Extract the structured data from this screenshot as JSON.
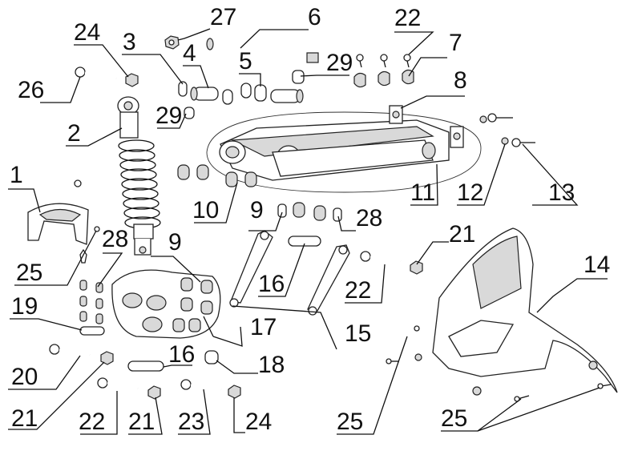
{
  "diagram": {
    "callouts": [
      {
        "id": "c1",
        "text": "1"
      },
      {
        "id": "c2",
        "text": "2"
      },
      {
        "id": "c3",
        "text": "3"
      },
      {
        "id": "c4",
        "text": "4"
      },
      {
        "id": "c5",
        "text": "5"
      },
      {
        "id": "c6",
        "text": "6"
      },
      {
        "id": "c7",
        "text": "7"
      },
      {
        "id": "c8",
        "text": "8"
      },
      {
        "id": "c9a",
        "text": "9"
      },
      {
        "id": "c9b",
        "text": "9"
      },
      {
        "id": "c10",
        "text": "10"
      },
      {
        "id": "c11",
        "text": "11"
      },
      {
        "id": "c12",
        "text": "12"
      },
      {
        "id": "c13",
        "text": "13"
      },
      {
        "id": "c14",
        "text": "14"
      },
      {
        "id": "c15",
        "text": "15"
      },
      {
        "id": "c16a",
        "text": "16"
      },
      {
        "id": "c16b",
        "text": "16"
      },
      {
        "id": "c17",
        "text": "17"
      },
      {
        "id": "c18",
        "text": "18"
      },
      {
        "id": "c19",
        "text": "19"
      },
      {
        "id": "c20",
        "text": "20"
      },
      {
        "id": "c21a",
        "text": "21"
      },
      {
        "id": "c21b",
        "text": "21"
      },
      {
        "id": "c21c",
        "text": "21"
      },
      {
        "id": "c22a",
        "text": "22"
      },
      {
        "id": "c22b",
        "text": "22"
      },
      {
        "id": "c22c",
        "text": "22"
      },
      {
        "id": "c23",
        "text": "23"
      },
      {
        "id": "c24a",
        "text": "24"
      },
      {
        "id": "c24b",
        "text": "24"
      },
      {
        "id": "c25a",
        "text": "25"
      },
      {
        "id": "c25b",
        "text": "25"
      },
      {
        "id": "c25c",
        "text": "25"
      },
      {
        "id": "c26",
        "text": "26"
      },
      {
        "id": "c27",
        "text": "27"
      },
      {
        "id": "c28a",
        "text": "28"
      },
      {
        "id": "c28b",
        "text": "28"
      },
      {
        "id": "c29a",
        "text": "29"
      },
      {
        "id": "c29b",
        "text": "29"
      }
    ]
  }
}
